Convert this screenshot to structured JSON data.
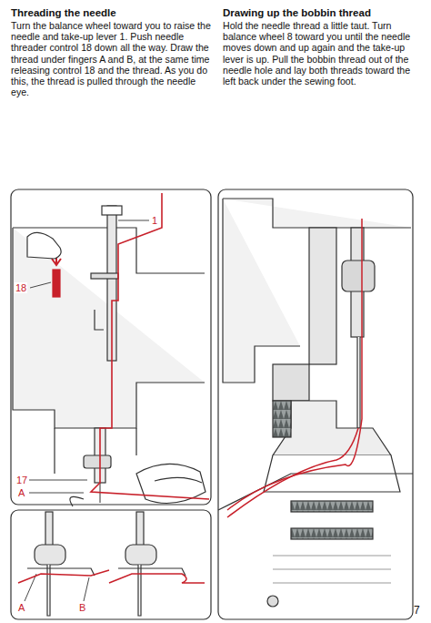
{
  "diagram": {
    "labels": [
      "Threading the needle",
      "Turn the balance wheel toward you to raise the needle and take-up lever 1. Push needle threader control 18 down all the way. Draw the thread under fingers A and B, at the same time releasing control 18 and the thread. As you do this, the thread is pulled through the needle eye.",
      "Drawing up the bobbin thread",
      "Hold the needle thread a little taut. Turn balance wheel 8 toward you until the needle moves down and up again and the take-up lever is up. Pull the bobbin thread out of the needle hole and lay both threads toward the left back under the sewing foot.",
      "1",
      "18",
      "17",
      "A",
      "A",
      "B",
      "7"
    ]
  }
}
